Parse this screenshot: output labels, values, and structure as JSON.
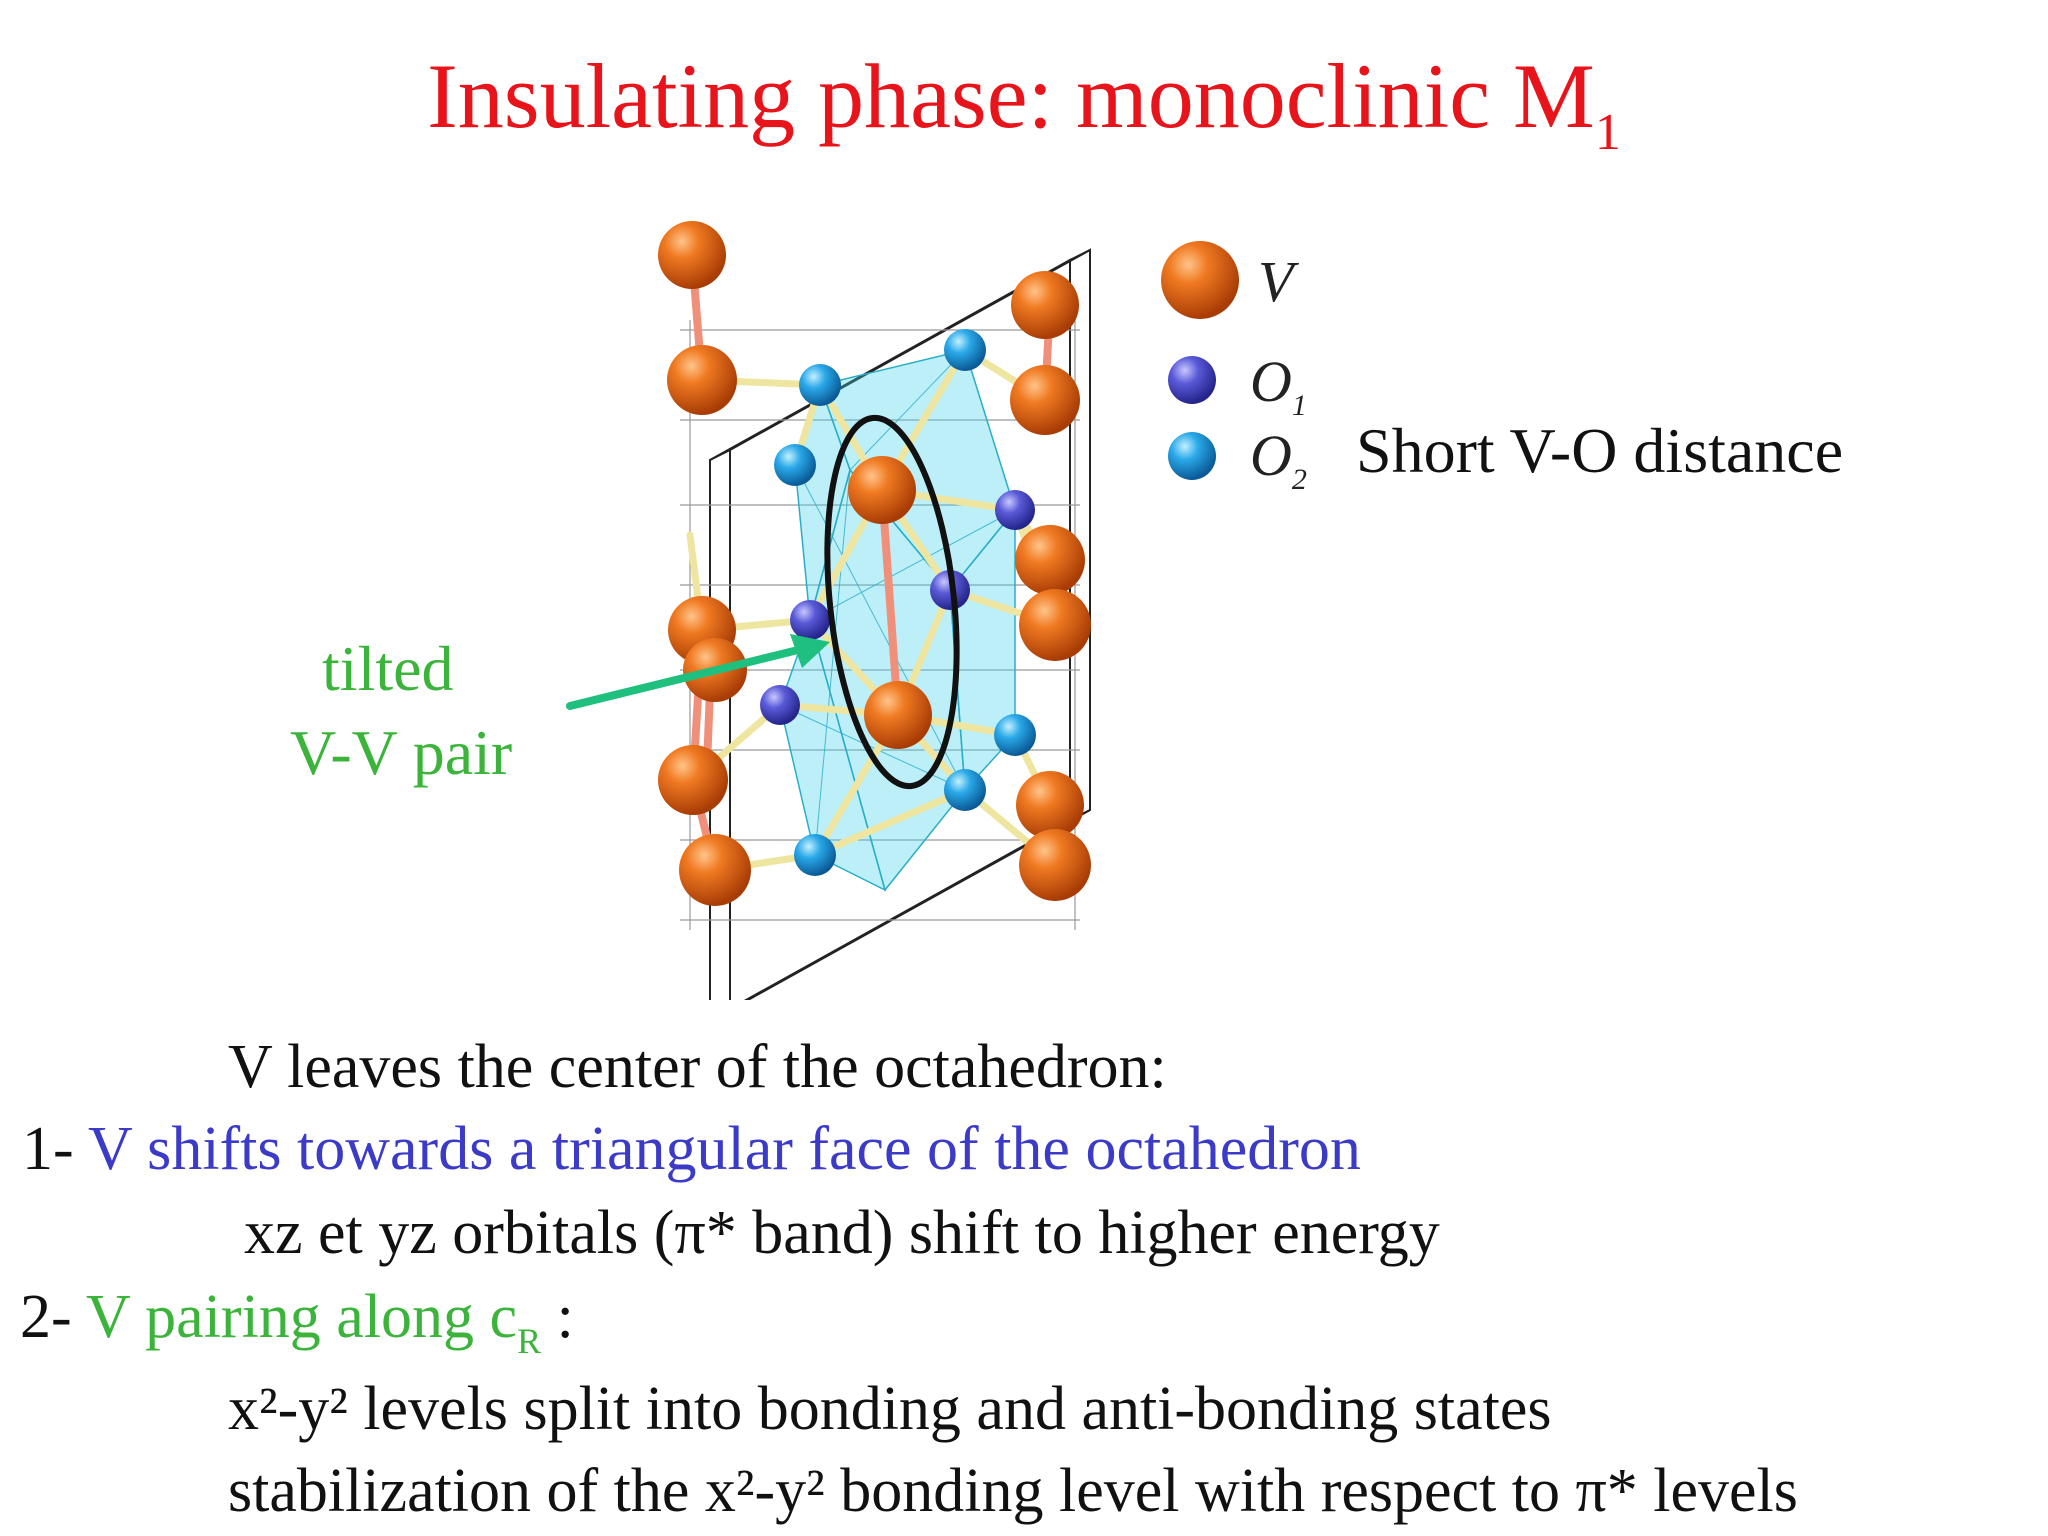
{
  "title": {
    "main": "Insulating phase: monoclinic M",
    "sub": "1"
  },
  "legend": {
    "v": {
      "label": "V",
      "color": "#e85d10"
    },
    "o1": {
      "label": "O",
      "sub": "1",
      "color": "#5a5ad8"
    },
    "o2": {
      "label": "O",
      "sub": "2",
      "color": "#2aa8e8"
    }
  },
  "annotations": {
    "short_vo": "Short V-O distance",
    "tilted_line1": "tilted",
    "tilted_line2": "V-V pair"
  },
  "text": {
    "line1": "V leaves the center of the octahedron:",
    "line2_prefix": "1- ",
    "line2_colored": "V shifts towards a triangular face of the octahedron",
    "line3": "xz et yz orbitals (π* band) shift to higher energy",
    "line4_prefix": "2- ",
    "line4_colored": "V pairing along c",
    "line4_sub": "R",
    "line4_suffix": " :",
    "line5": "x²-y² levels split into bonding and anti-bonding states",
    "line6": "stabilization of the x²-y² bonding level with respect to π* levels"
  },
  "colors": {
    "title": "#e8141b",
    "blue_text": "#3b3bc8",
    "green_text": "#3cb43c",
    "arrow": "#1fbf7f"
  }
}
